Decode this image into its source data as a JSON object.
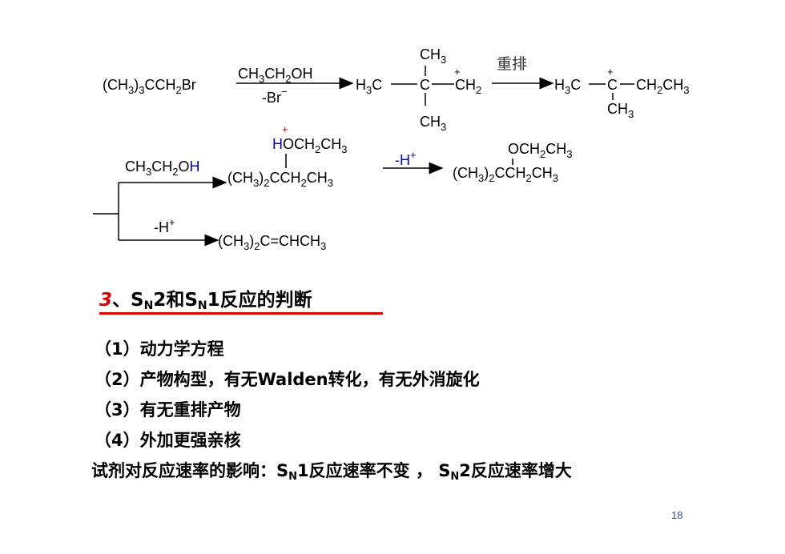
{
  "reaction": {
    "start": "(CH3)3CCH2Br",
    "reagent": "CH3CH2OH",
    "leaving": "-Br",
    "carbocation1": {
      "left": "H3C",
      "top": "CH3",
      "bottom": "CH3",
      "right": "CH2"
    },
    "rearrange_label": "重排",
    "carbocation2": {
      "left": "H3C",
      "right": "CH2CH3",
      "bottom": "CH3"
    },
    "branch_top_reagent": "CH3CH2OH",
    "oxonium_top": "HOCH2CH3",
    "oxonium_main": "(CH3)2CCH2CH3",
    "deprotonation": "-H+",
    "ether_top": "OCH2CH3",
    "ether_main": "(CH3)2CCH2CH3",
    "branch_bottom_reagent": "-H+",
    "alkene": "(CH3)2C=CHCH3"
  },
  "heading": {
    "number": "3",
    "sep": "、",
    "s1": "S",
    "n1": "N",
    "mid": "2和S",
    "n2": "N",
    "rest": "1反应的判断"
  },
  "items": {
    "item1": "（1）动力学方程",
    "item2": "（2）产物构型，有无Walden转化，有无外消旋化",
    "item3": "（3）有无重排产物",
    "item4": "（4）外加更强亲核"
  },
  "conclusion": {
    "prefix": "试剂对反应速率的影响：S",
    "n1": "N",
    "mid": "1反应速率不变 ， S",
    "n2": "N",
    "suffix": "2反应速率增大"
  },
  "page_number": "18",
  "colors": {
    "accent_red": "#e00000",
    "blue": "#0000cc",
    "page_number": "#3050c0"
  }
}
